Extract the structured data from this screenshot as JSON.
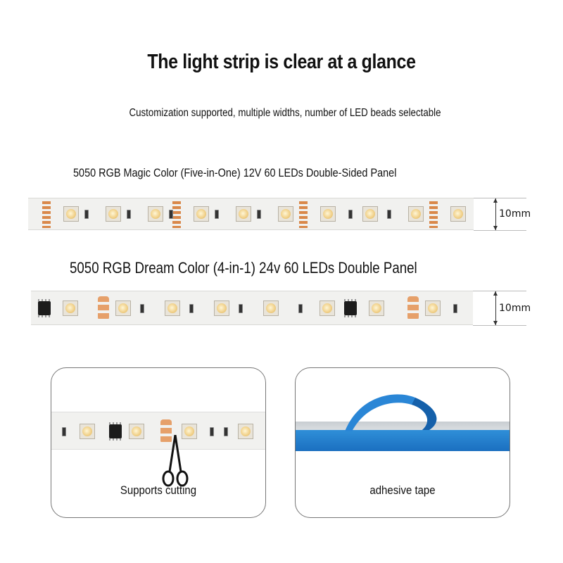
{
  "header": {
    "title": "The light strip is clear at a glance",
    "subtitle": "Customization supported, multiple widths, number of LED beads selectable"
  },
  "strips": [
    {
      "label": "5050 RGB Magic Color (Five-in-One) 12V 60 LEDs Double-Sided Panel",
      "width_label": "10mm"
    },
    {
      "label": "5050 RGB Dream Color (4-in-1) 24v 60 LEDs Double Panel",
      "width_label": "10mm"
    }
  ],
  "cards": [
    {
      "caption": "Supports cutting",
      "icon": "scissors-icon"
    },
    {
      "caption": "adhesive tape"
    }
  ],
  "colors": {
    "pad_copper": "#d9884a",
    "tape_blue": "#1b6fc0",
    "strip_base": "#f1f1ef"
  }
}
